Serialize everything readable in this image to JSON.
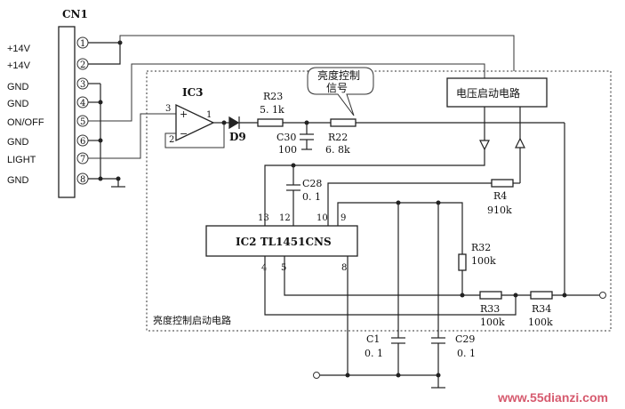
{
  "connector": {
    "name": "CN1",
    "pins": [
      {
        "num": "1",
        "label": "+14V"
      },
      {
        "num": "2",
        "label": "+14V"
      },
      {
        "num": "3",
        "label": "GND"
      },
      {
        "num": "4",
        "label": "GND"
      },
      {
        "num": "5",
        "label": "ON/OFF"
      },
      {
        "num": "6",
        "label": "GND"
      },
      {
        "num": "7",
        "label": "LIGHT"
      },
      {
        "num": "8",
        "label": "GND"
      }
    ]
  },
  "ic3": {
    "name": "IC3",
    "pin_in_plus": "3",
    "pin_in_minus": "2",
    "pin_out": "1",
    "plus_sign": "+",
    "minus_sign": "−"
  },
  "diode": {
    "name": "D9"
  },
  "r23": {
    "name": "R23",
    "value": "5. 1k"
  },
  "c30": {
    "name": "C30",
    "value": "100"
  },
  "r22": {
    "name": "R22",
    "value": "6. 8k"
  },
  "callout": {
    "line1": "亮度控制",
    "line2": "信号"
  },
  "voltage_block": {
    "label": "电压启动电路"
  },
  "c28": {
    "name": "C28",
    "value": "0. 1"
  },
  "r4": {
    "name": "R4",
    "value": "910k"
  },
  "ic2": {
    "name": "IC2 TL1451CNS",
    "pin13": "13",
    "pin12": "12",
    "pin10": "10",
    "pin9": "9",
    "pin4": "4",
    "pin5": "5",
    "pin8": "8"
  },
  "r32": {
    "name": "R32",
    "value": "100k"
  },
  "r33": {
    "name": "R33",
    "value": "100k"
  },
  "r34": {
    "name": "R34",
    "value": "100k"
  },
  "c1": {
    "name": "C1",
    "value": "0. 1"
  },
  "c29": {
    "name": "C29",
    "value": "0. 1"
  },
  "region_label": "亮度控制启动电路",
  "watermark": "www.55dianzi.com"
}
